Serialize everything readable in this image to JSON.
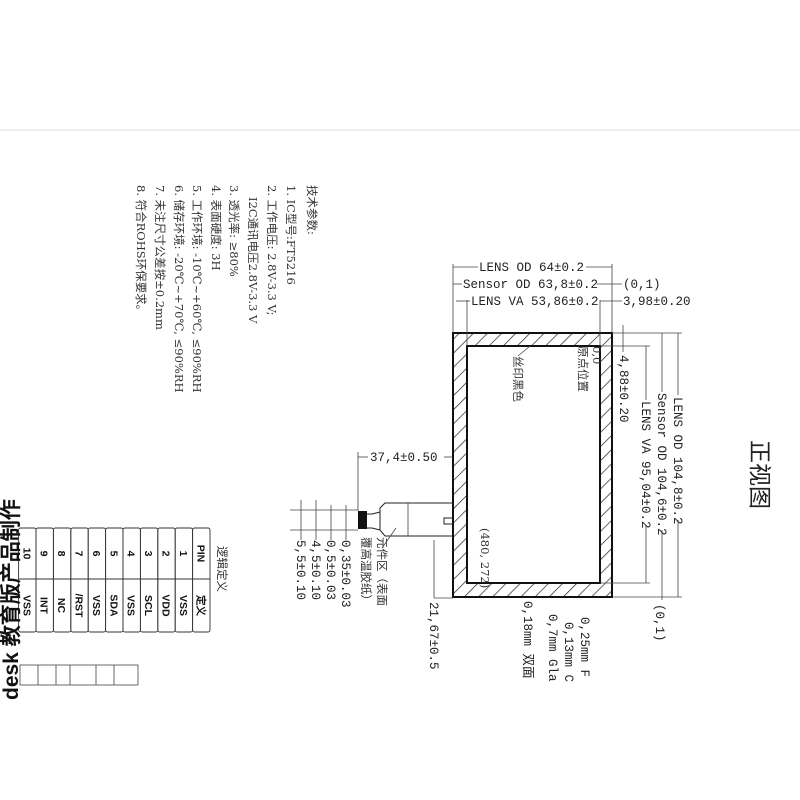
{
  "view_title": "正视图",
  "specs": {
    "title": "技术参数:",
    "items": [
      "1. IC型号:FT5216",
      "2. 工作电压: 2.8V-3.3 V;",
      "   I2C通讯电压2.8V-3.3 V",
      "3. 透光率: ≥80%",
      "4. 表面硬度: 3H",
      "5. 工作环境: -10℃~+60℃,  ≤90%RH",
      "6. 储存环境: -20℃~+70℃,  ≤90%RH",
      "7. 未注尺寸公差按±0.2mm",
      "8. 符合ROHS环保要求。"
    ]
  },
  "dimensions": {
    "lens_od_width": "LENS OD 64±0.2",
    "sensor_od_width": "Sensor OD 63,8±0.2",
    "lens_va_width": "LENS VA 53,86±0.2",
    "top_right_offset": "(0,1)",
    "va_offset_x": "3,98±0.20",
    "va_offset_y": "4,88±0.20",
    "lens_od_height": "LENS OD 104,8±0.2",
    "sensor_od_height": "Sensor OD 104,6±0.2",
    "lens_va_height": "LENS VA 95,04±0.2",
    "bottom_right_offset": "(0,1)",
    "tail_length": "37,4±0.50",
    "tail_offset": "21,67±0.5",
    "pin_dims": [
      "0,35±0.03",
      "0,5±0.03",
      "4,5±0.10",
      "5,5±0.10"
    ]
  },
  "annotations": {
    "origin": "0,0",
    "origin_label": "原点位置",
    "silkscreen": "丝印黑色",
    "resolution": "(480, 272)",
    "component_area_1": "元件区（表面",
    "component_area_2": "覆高温胶纸）"
  },
  "stackup": [
    "0,25mm F",
    "0,13mm C",
    "0,7mm Gla",
    "0,18mm 双面"
  ],
  "pin_table": {
    "title": "逻辑定义",
    "header": [
      "PIN",
      "定义"
    ],
    "rows": [
      [
        "1",
        "VSS"
      ],
      [
        "2",
        "VDD"
      ],
      [
        "3",
        "SCL"
      ],
      [
        "4",
        "VSS"
      ],
      [
        "5",
        "SDA"
      ],
      [
        "6",
        "VSS"
      ],
      [
        "7",
        "/RST"
      ],
      [
        "8",
        "NC"
      ],
      [
        "9",
        "INT"
      ],
      [
        "10",
        "VSS"
      ]
    ]
  },
  "watermark": "desk 教育版产品制作"
}
